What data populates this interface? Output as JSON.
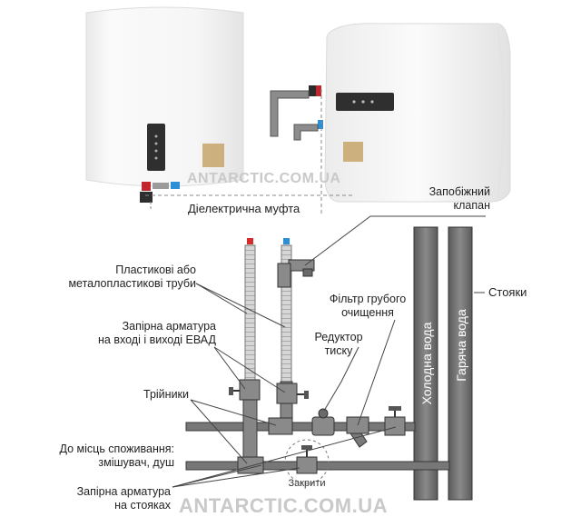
{
  "watermark_top": "ANTARCTIC.COM.UA",
  "watermark_bottom": "ANTARCTIC.COM.UA",
  "labels": {
    "dielectric_coupling": "Діелектрична муфта",
    "safety_valve": [
      "Запобіжний",
      "клапан"
    ],
    "risers": "Стояки",
    "cold_water": "Холодна вода",
    "hot_water": "Гаряча вода",
    "plastic_pipes": [
      "Пластикові або",
      "металопластикові труби"
    ],
    "shutoff_ewh": [
      "Запірна арматура",
      "на вході і виході ЕВАД"
    ],
    "coarse_filter": [
      "Фільтр грубого",
      "очищення"
    ],
    "pressure_reducer": [
      "Редуктор",
      "тиску"
    ],
    "tees": "Трійники",
    "consumers": [
      "До місць споживання:",
      "змішувач, душ"
    ],
    "closed": "Закрити",
    "shutoff_risers": [
      "Запірна арматура",
      "на стояках"
    ]
  },
  "colors": {
    "pipe": "#6e6e6e",
    "pipe_stroke": "#3a3a3a",
    "hot_marker": "#d62b2b",
    "cold_marker": "#2b8fd6",
    "heater_body": "#f3f3f3",
    "control_panel": "#2f2f2f",
    "watermark": "#c9c9c9"
  }
}
